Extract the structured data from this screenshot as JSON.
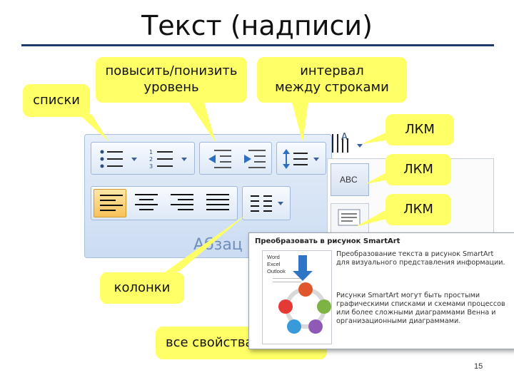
{
  "slide": {
    "title": "Текст (надписи)",
    "page_number": "15"
  },
  "callouts": {
    "lists": "списки",
    "levels_line1": "повысить/понизить",
    "levels_line2": "уровень",
    "spacing_line1": "интервал",
    "spacing_line2": "между строками",
    "lkm_1": "ЛКМ",
    "lkm_2": "ЛКМ",
    "lkm_3": "ЛКМ",
    "columns": "колонки",
    "all_properties": "все свойства"
  },
  "ribbon": {
    "group_label": "Абзац",
    "style_sample": "ABC"
  },
  "tooltip": {
    "title": "Преобразовать в рисунок SmartArt",
    "paragraph1": "Преобразование текста в рисунок SmartArt для визуального представления информации.",
    "paragraph2": "Рисунки SmartArt могут быть простыми графическими списками и схемами процессов или более сложными диаграммами Венна и организационными диаграммами.",
    "list_items": [
      "Word",
      "Excel",
      "Outlook"
    ]
  },
  "colors": {
    "callout": "#ffff66",
    "title_rule": "#1f3a6e",
    "ribbon_bg": "#dce7f5",
    "active_button": "#f7c25a"
  }
}
